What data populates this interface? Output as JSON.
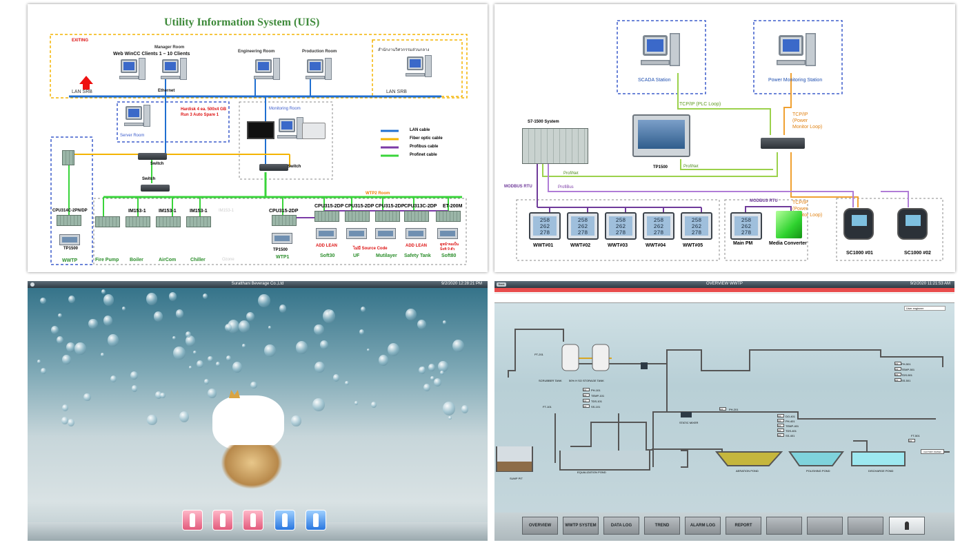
{
  "uis": {
    "title": "Utility Information System (UIS)",
    "exiting": "EXITING",
    "manager_room": "Manager Room",
    "web_clients": "Web WinCC Clients 1 – 10 Clients",
    "engineering_room": "Engineering Room",
    "production_room": "Production Room",
    "thai_office": "สำนักงานวิศวกรรมส่วนกลาง",
    "lan_srb_left": "LAN SRB",
    "lan_srb_right": "LAN SRB",
    "ethernet": "Ethernet",
    "hardisk": "Hardisk 4 ea. 500x4 GB",
    "raid": "Run 3 Auto Spare 1",
    "server_room": "Server Room",
    "monitoring_room": "Monitoring Room",
    "switch1": "Switch",
    "switch2": "Switch",
    "switch3": "Switch",
    "legend": [
      "LAN cable",
      "Fiber optic cable",
      "Profibus cable",
      "Profinet cable"
    ],
    "wtp2_room": "WTP2 Room",
    "cpu_left": "CPU314C-2PN/DP",
    "tp1500_left": "TP1500",
    "wwtp": "WWTP",
    "im1": "IM153-1",
    "im2": "IM153-1",
    "im3": "IM153-1",
    "im4": "IM153-1",
    "fire_pump": "Fire Pump",
    "boiler": "Boiler",
    "aircom": "AirCom",
    "chiller": "Chiller",
    "ozone": "Ozone",
    "cpu315_2dp": "CPU315-2DP",
    "tp1500_wtp1": "TP1500",
    "wtp1": "WTP1",
    "cpu_a": "CPU315-2DP",
    "cpu_b": "CPU315-2DP",
    "cpu_c": "CPU315-2DP",
    "cpu_d": "CPU313C-2DP",
    "et200m": "ET-200M",
    "add_lean1": "ADD LEAN",
    "no_source": "ไม่มี Source Code",
    "add_lean2": "ADD LEAN",
    "thai_soft": "ดูหน้าจอเป็น Soft 9 ตัว",
    "soft30": "Soft30",
    "uf": "UF",
    "mutilayer": "Mutilayer",
    "safety_tank": "Safety Tank",
    "soft80": "Soft80"
  },
  "scada": {
    "scada_station": "SCADA Station",
    "power_station": "Power Monitoring Station",
    "tcp_plc": "TCP/IP (PLC Loop)",
    "tcp_power1": "TCP/IP (Power Monitor Loop)",
    "tcp_power2": "TCP/IP (Power Monitor Loop)",
    "s7": "S7-1500 System",
    "tp1500": "TP1500",
    "profinet1": "ProfiNet",
    "profinet2": "ProfiNet",
    "profibus": "ProfiBus",
    "modbus1": "MODBUS RTU",
    "modbus2": "MODBUS RTU",
    "meters": [
      "WWT#01",
      "WWT#02",
      "WWT#03",
      "WWT#04",
      "WWT#05"
    ],
    "meter_reading": [
      "258",
      "262",
      "278"
    ],
    "main_pm": "Main PM",
    "media_converter": "Media Converter",
    "sc1": "SC1000 #01",
    "sc2": "SC1000 #02"
  },
  "hmi_home": {
    "title": "Suratthani Beverage Co.,Ltd",
    "datetime": "9/2/2020 12:28:21 PM"
  },
  "hmi_wwtp": {
    "back": "Back",
    "title": "OVERVIEW WWTP",
    "datetime": "9/2/2020 11:21:53 AM",
    "user_label": "User",
    "user_value": "engineer",
    "tags": {
      "pt201": "PT-201",
      "ft101": "FT-101",
      "ph101": "PH-101",
      "temp101": "TEMP-101",
      "tds101": "TDS-101",
      "ss101": "SS-101",
      "ph201": "PH-201",
      "do401": "DO-401",
      "ph401": "PH-401",
      "temp401": "TEMP-401",
      "tds401": "TDS-401",
      "ss401": "SS-401",
      "ph501": "PH-501",
      "temp501": "TEMP-501",
      "tds501": "TDS-501",
      "ss501": "SS-501",
      "ft501": "FT-501"
    },
    "value": "0.0",
    "scrubber_tank": "SCRUBBER TANK",
    "storage_tank": "50% H SO STORAGE TANK",
    "static_mixer": "STATIC MIXER",
    "equalization": "EQUALIZATION POND",
    "aeration": "AERATION POND",
    "polishing": "POLISHING POND",
    "discharge": "DISCHARGE POND",
    "sump": "SUMP PIT",
    "factory_water": "FACTORY WATER",
    "nav": [
      "OVERVIEW",
      "WWTP SYSTEM",
      "DATA LOG",
      "TREND",
      "ALARM LOG",
      "REPORT",
      "",
      "",
      ""
    ]
  }
}
